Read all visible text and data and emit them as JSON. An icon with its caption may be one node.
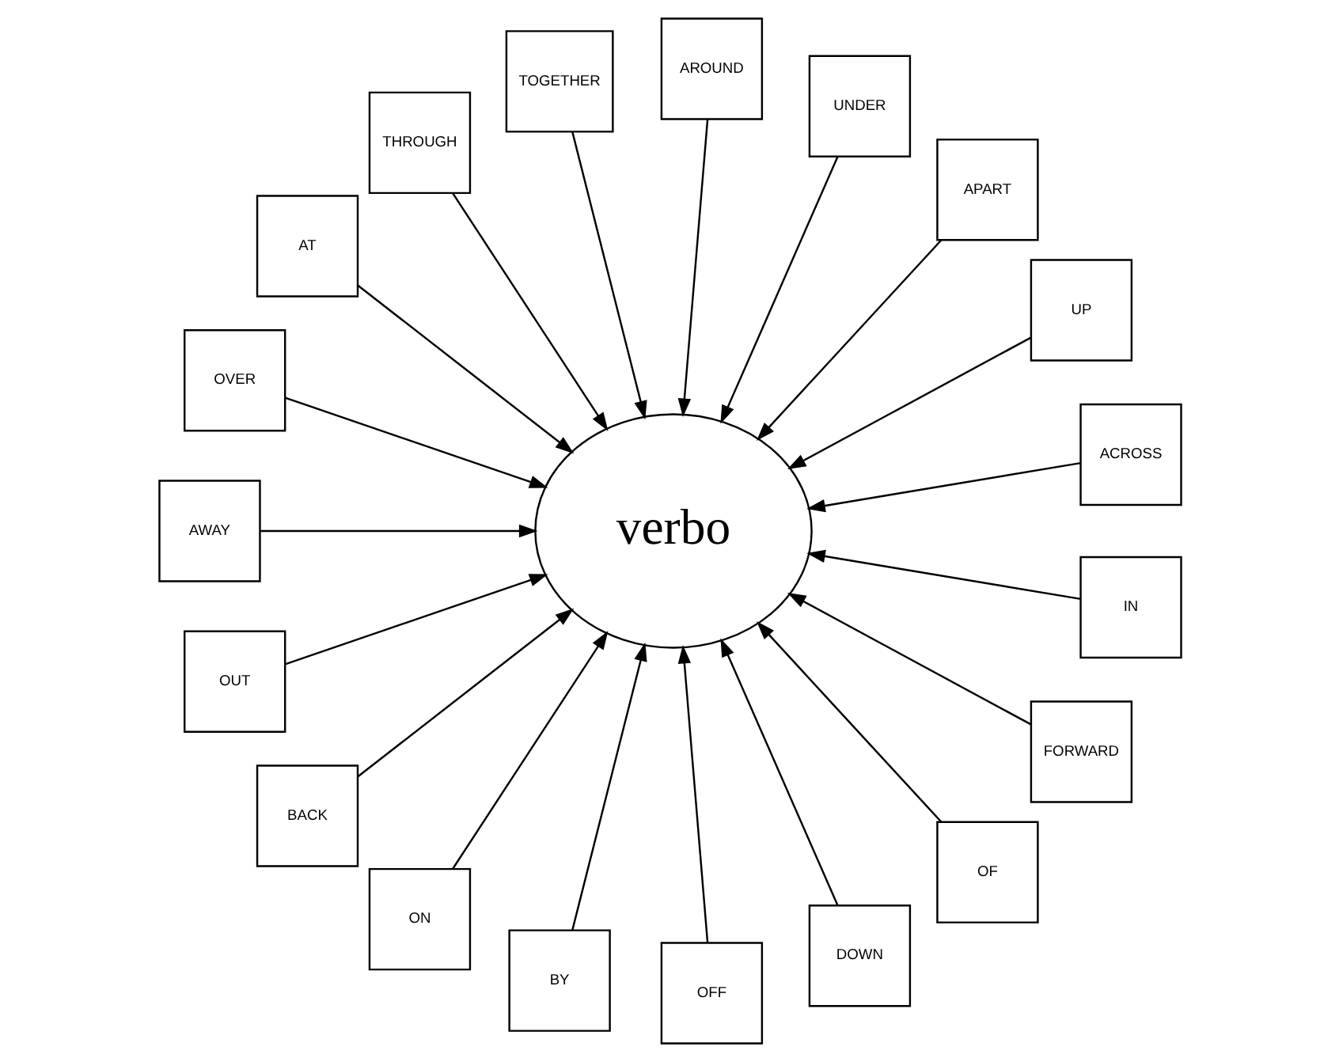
{
  "diagram": {
    "nodes": [
      {
        "text": [
          "verbo"
        ]
      },
      {
        "text": [
          "ACROSS"
        ]
      },
      {
        "text": [
          "UP"
        ]
      },
      {
        "text": [
          "APART"
        ]
      },
      {
        "text": [
          "UNDER"
        ]
      },
      {
        "text": [
          "AROUND"
        ]
      },
      {
        "text": [
          "TOGETHER"
        ]
      },
      {
        "text": [
          "THROUGH"
        ]
      },
      {
        "text": [
          "AT"
        ]
      },
      {
        "text": [
          "OVER"
        ]
      },
      {
        "text": [
          "AWAY"
        ]
      },
      {
        "text": [
          "OUT"
        ]
      },
      {
        "text": [
          "BACK"
        ]
      },
      {
        "text": [
          "ON"
        ]
      },
      {
        "text": [
          "BY"
        ]
      },
      {
        "text": [
          "OFF"
        ]
      },
      {
        "text": [
          "DOWN"
        ]
      },
      {
        "text": [
          "OF"
        ]
      },
      {
        "text": [
          "FORWARD"
        ]
      },
      {
        "text": [
          "IN"
        ]
      }
    ],
    "edges": [
      {
        "from": 1,
        "to": 0,
        "arrow": "to"
      },
      {
        "from": 2,
        "to": 0,
        "arrow": "to"
      },
      {
        "from": 3,
        "to": 0,
        "arrow": "to"
      },
      {
        "from": 4,
        "to": 0,
        "arrow": "to"
      },
      {
        "from": 5,
        "to": 0,
        "arrow": "to"
      },
      {
        "from": 6,
        "to": 0,
        "arrow": "to"
      },
      {
        "from": 7,
        "to": 0,
        "arrow": "to"
      },
      {
        "from": 8,
        "to": 0,
        "arrow": "to"
      },
      {
        "from": 9,
        "to": 0,
        "arrow": "to"
      },
      {
        "from": 10,
        "to": 0,
        "arrow": "to"
      },
      {
        "from": 11,
        "to": 0,
        "arrow": "to"
      },
      {
        "from": 12,
        "to": 0,
        "arrow": "to"
      },
      {
        "from": 13,
        "to": 0,
        "arrow": "to"
      },
      {
        "from": 14,
        "to": 0,
        "arrow": "to"
      },
      {
        "from": 15,
        "to": 0,
        "arrow": "to"
      },
      {
        "from": 16,
        "to": 0,
        "arrow": "to"
      },
      {
        "from": 17,
        "to": 0,
        "arrow": "to"
      },
      {
        "from": 18,
        "to": 0,
        "arrow": "to"
      },
      {
        "from": 19,
        "to": 0,
        "arrow": "to"
      }
    ]
  }
}
